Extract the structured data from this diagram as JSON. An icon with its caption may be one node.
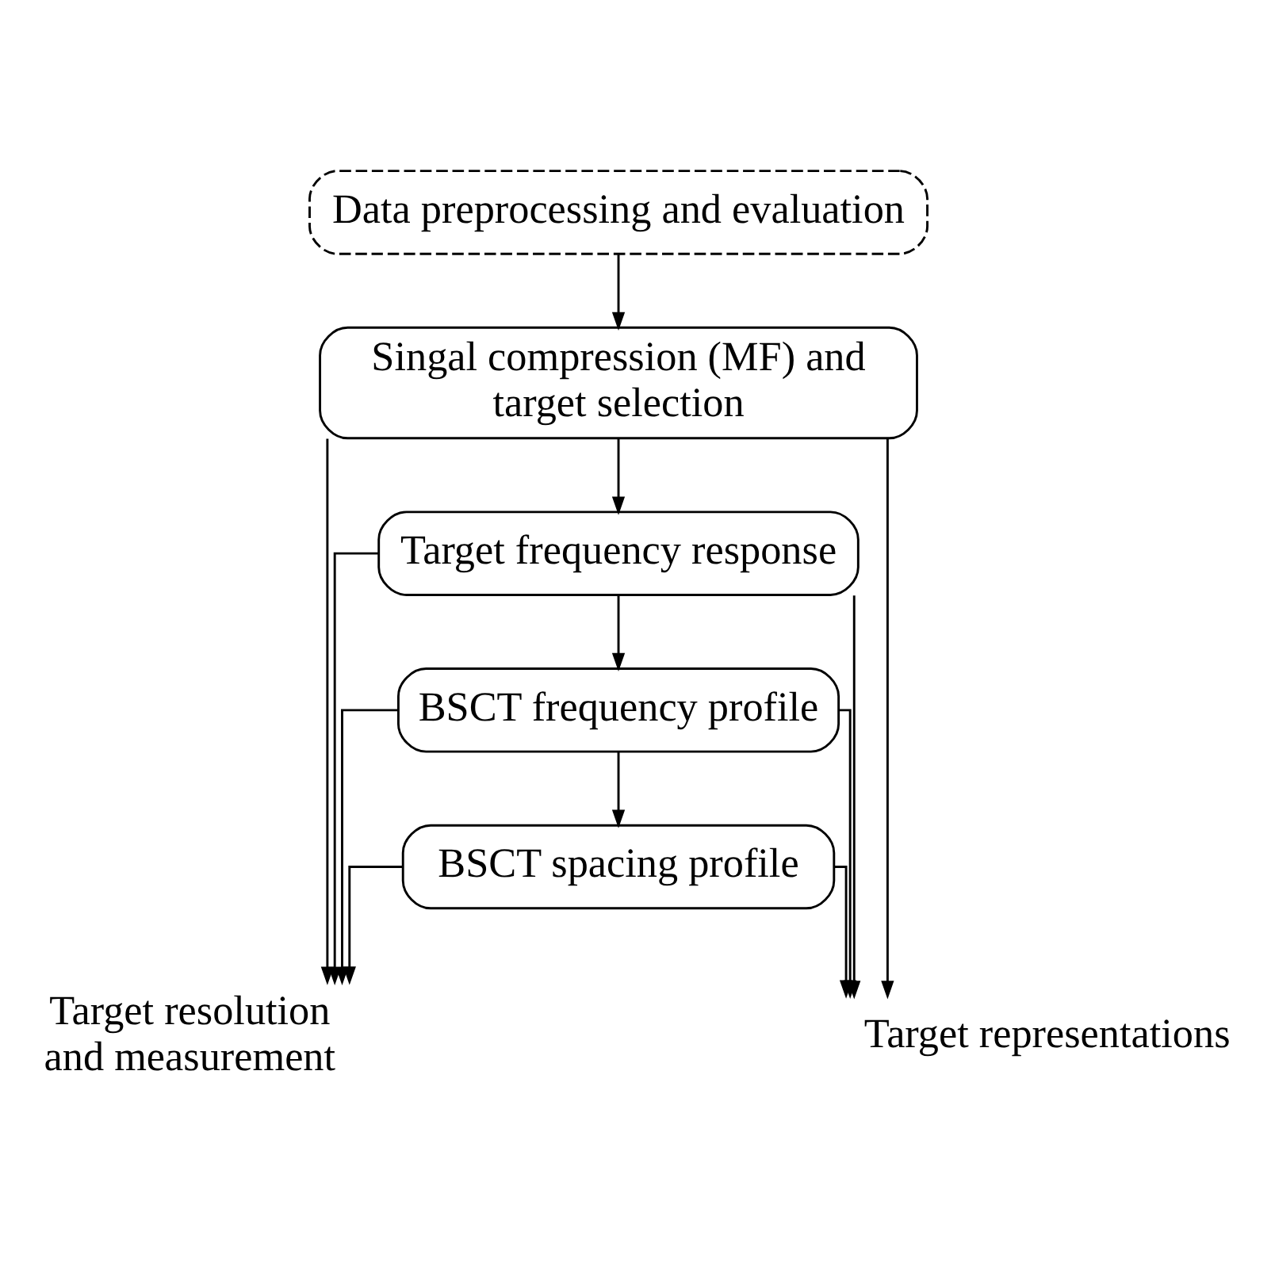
{
  "diagram": {
    "nodes": [
      {
        "text": [
          "Data preprocessing and evaluation"
        ]
      },
      {
        "text": [
          "Singal compression (MF) and target selection"
        ]
      },
      {
        "text": [
          "Target frequency response"
        ]
      },
      {
        "text": [
          "BSCT frequency profile"
        ]
      },
      {
        "text": [
          "BSCT spacing profile"
        ]
      },
      {
        "text": [
          "Target representations"
        ]
      },
      {
        "text": [
          "Target resolution and measurement"
        ]
      }
    ],
    "edges": [
      {
        "from": 0,
        "to": 1,
        "arrow": "to"
      },
      {
        "from": 1,
        "to": 2,
        "arrow": "to"
      },
      {
        "from": 2,
        "to": 3,
        "arrow": "to"
      },
      {
        "from": 3,
        "to": 4,
        "arrow": "to"
      },
      {
        "from": 1,
        "to": 5,
        "arrow": "to"
      },
      {
        "from": 2,
        "to": 5,
        "arrow": "to"
      },
      {
        "from": 3,
        "to": 5,
        "arrow": "to"
      },
      {
        "from": 4,
        "to": 5,
        "arrow": "to"
      },
      {
        "from": 1,
        "to": 6,
        "arrow": "to"
      },
      {
        "from": 2,
        "to": 6,
        "arrow": "to"
      },
      {
        "from": 3,
        "to": 6,
        "arrow": "to"
      },
      {
        "from": 4,
        "to": 6,
        "arrow": "to"
      }
    ]
  }
}
